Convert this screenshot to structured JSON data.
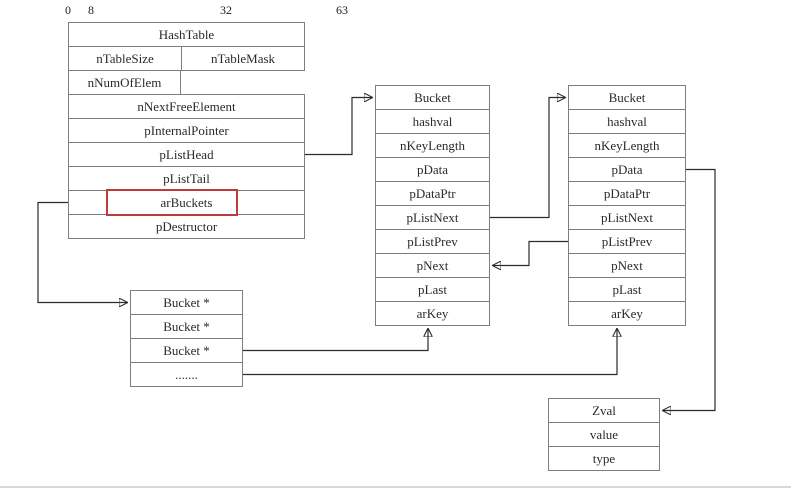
{
  "axis": {
    "labels": [
      "0",
      "8",
      "32",
      "63"
    ]
  },
  "hashtable": {
    "title": "HashTable",
    "nTableSize": "nTableSize",
    "nTableMask": "nTableMask",
    "rows": [
      "nNumOfElem",
      "nNextFreeElement",
      "pInternalPointer",
      "pListHead",
      "pListTail",
      "arBuckets",
      "pDestructor"
    ]
  },
  "bucket1": {
    "rows": [
      "Bucket",
      "hashval",
      "nKeyLength",
      "pData",
      "pDataPtr",
      "pListNext",
      "pListPrev",
      "pNext",
      "pLast",
      "arKey"
    ]
  },
  "bucket2": {
    "rows": [
      "Bucket",
      "hashval",
      "nKeyLength",
      "pData",
      "pDataPtr",
      "pListNext",
      "pListPrev",
      "pNext",
      "pLast",
      "arKey"
    ]
  },
  "pointer_array": {
    "rows": [
      "Bucket *",
      "Bucket *",
      "Bucket *",
      "......."
    ]
  },
  "zval": {
    "rows": [
      "Zval",
      "value",
      "type"
    ]
  },
  "colors": {
    "highlight": "#bf3a3a",
    "line": "#2b2b2b",
    "border": "#7d7d7d"
  }
}
